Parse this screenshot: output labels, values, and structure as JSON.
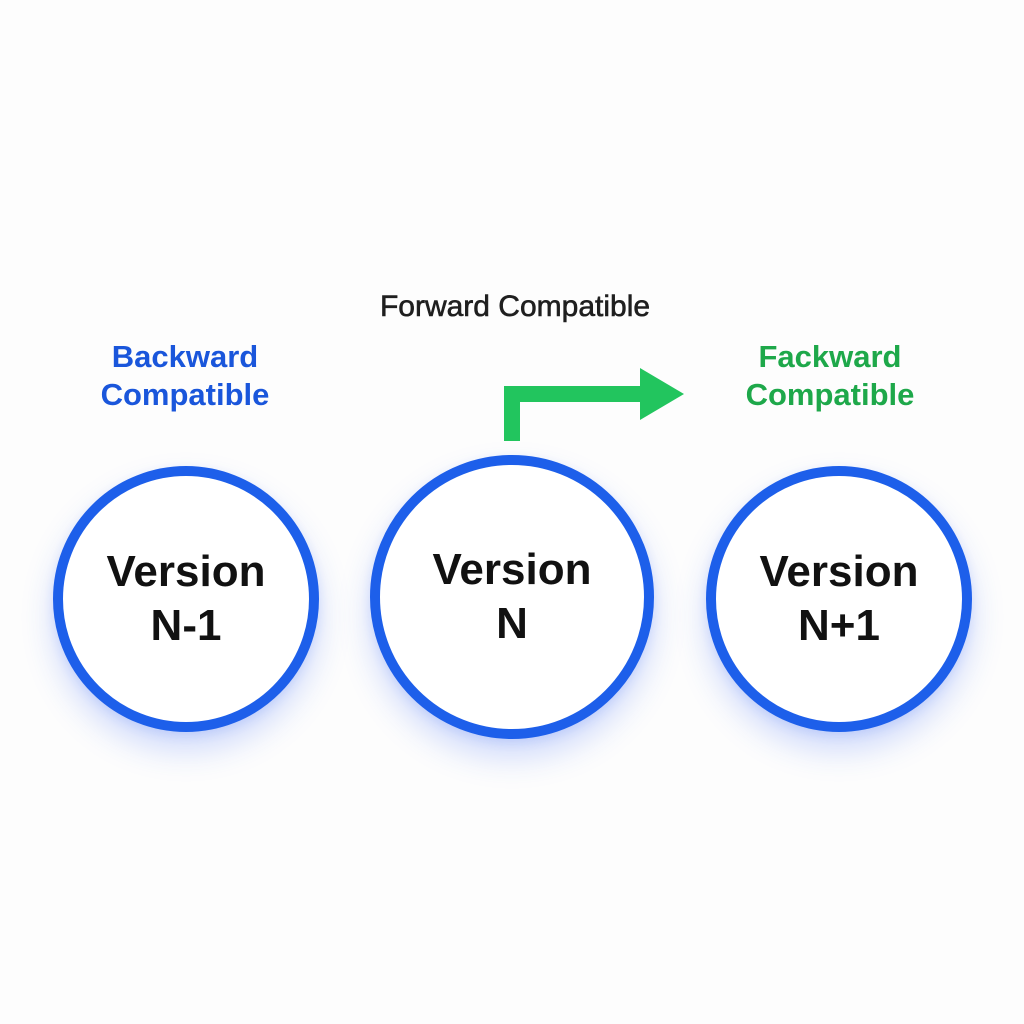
{
  "labels": {
    "backward": [
      "Backward",
      "Compatible"
    ],
    "forward": "Forward Compatible",
    "fackward": [
      "Fackward",
      "Compatible"
    ]
  },
  "nodes": [
    {
      "line1": "Version",
      "line2": "N-1"
    },
    {
      "line1": "Version",
      "line2": "N"
    },
    {
      "line1": "Version",
      "line2": "N+1"
    }
  ],
  "colors": {
    "circle_border": "#1d5fea",
    "backward_text": "#1a56db",
    "fackward_text": "#1ea84a",
    "arrow": "#22c55e",
    "forward_text": "#1f1f1f"
  },
  "icons": {
    "arrow": "right-angle-arrow-icon"
  }
}
